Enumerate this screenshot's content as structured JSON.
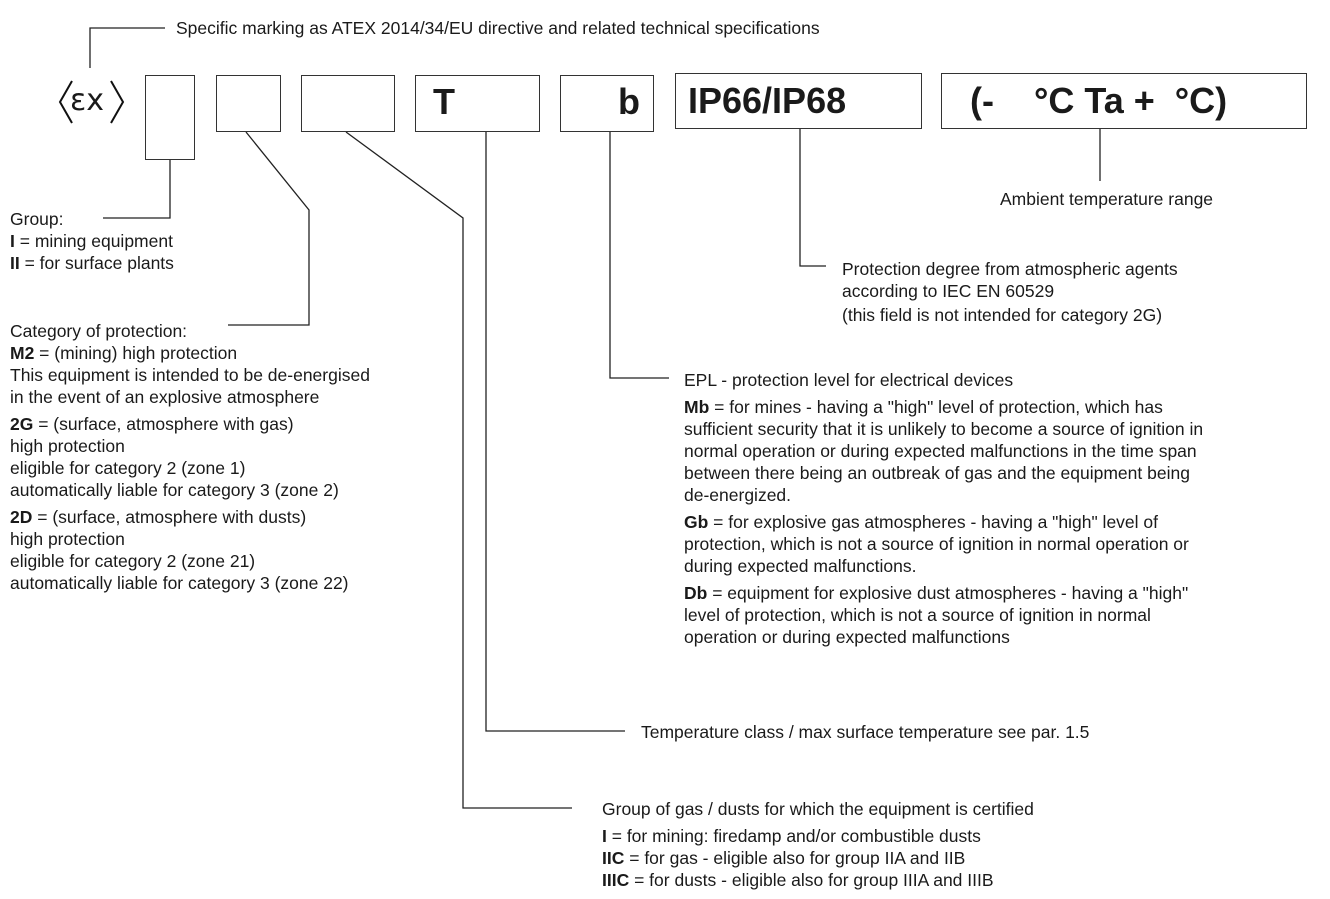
{
  "header": {
    "caption": "Specific marking as ATEX 2014/34/EU directive and related technical specifications"
  },
  "marking": {
    "ex_symbol": "ex-hexagon-icon",
    "ex_text": "εx",
    "temperature_class_letter": "T",
    "epl_letter": "b",
    "ip_rating": "IP66/IP68",
    "ambient_range": "(-    °C Ta +  °C)"
  },
  "ambient": {
    "label": "Ambient temperature range"
  },
  "group": {
    "title": "Group:",
    "items": [
      {
        "code": "I",
        "text": " = mining equipment"
      },
      {
        "code": "II",
        "text": " =  for surface plants"
      }
    ]
  },
  "protection_degree": {
    "lines": [
      "Protection degree from atmospheric agents",
      "according to IEC EN 60529",
      "(this field is not intended for category 2G)"
    ]
  },
  "category": {
    "title": "Category of protection:",
    "m2": {
      "code": "M2",
      "lines": [
        " = (mining) high protection",
        "This equipment is intended to be de-energised",
        "in the event of an explosive atmosphere"
      ]
    },
    "g2": {
      "code": "2G",
      "lines": [
        " = (surface, atmosphere with gas)",
        "high protection",
        "eligible for category 2 (zone 1)",
        "automatically liable for category 3 (zone 2)"
      ]
    },
    "d2": {
      "code": "2D",
      "lines": [
        " = (surface, atmosphere with dusts)",
        "high protection",
        "eligible for category 2 (zone 21)",
        "automatically liable for category 3 (zone 22)"
      ]
    }
  },
  "epl": {
    "title": "EPL - protection level for electrical devices",
    "mb": {
      "code": "Mb",
      "lines": [
        " = for mines - having a \"high\" level of protection, which has",
        "sufficient security that it is unlikely to become a source of ignition in",
        "normal operation or during expected malfunctions in the time span",
        "between there being an outbreak of gas and the equipment being",
        "de-energized."
      ]
    },
    "gb": {
      "code": "Gb",
      "lines": [
        " = for explosive gas atmospheres - having a \"high\" level of",
        "protection, which is not a source of ignition in normal operation or",
        "during expected malfunctions."
      ]
    },
    "db": {
      "code": "Db",
      "lines": [
        " = equipment for explosive dust atmospheres - having a \"high\"",
        "level of protection, which is not a source of ignition in normal",
        "operation or during expected malfunctions"
      ]
    }
  },
  "temperature_class": {
    "label": "Temperature class / max surface temperature see par. 1.5"
  },
  "gas_group": {
    "title": "Group of gas / dusts for which the equipment is certified",
    "items": [
      {
        "code": "I",
        "text": " = for mining: firedamp and/or combustible dusts"
      },
      {
        "code": "IIC",
        "text": " = for gas - eligible also for group IIA and IIB"
      },
      {
        "code": "IIIC",
        "text": " = for dusts - eligible also for group IIIA and IIIB"
      }
    ]
  }
}
